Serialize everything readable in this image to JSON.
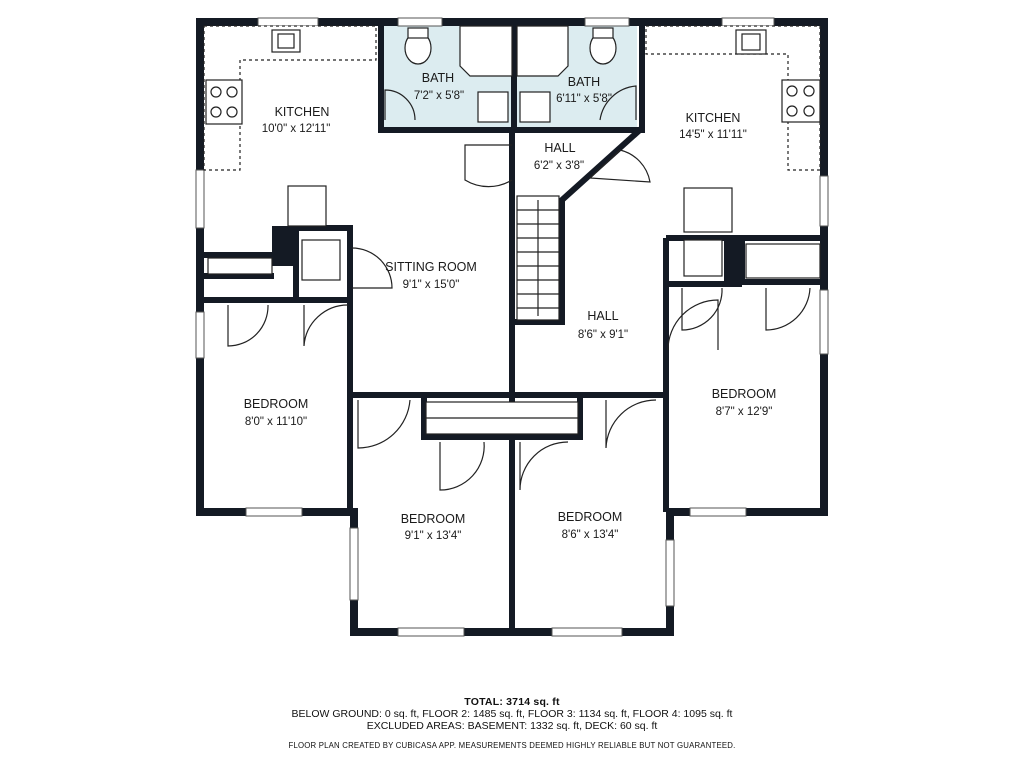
{
  "rooms": {
    "kitchen_left": {
      "name": "KITCHEN",
      "size": "10'0\" x 12'11\""
    },
    "bath_left": {
      "name": "BATH",
      "size": "7'2\" x 5'8\""
    },
    "bath_right": {
      "name": "BATH",
      "size": "6'11\" x 5'8\""
    },
    "kitchen_right": {
      "name": "KITCHEN",
      "size": "14'5\" x 11'11\""
    },
    "hall_small": {
      "name": "HALL",
      "size": "6'2\" x 3'8\""
    },
    "sitting_room": {
      "name": "SITTING ROOM",
      "size": "9'1\" x 15'0\""
    },
    "hall_large": {
      "name": "HALL",
      "size": "8'6\" x 9'1\""
    },
    "bedroom_left": {
      "name": "BEDROOM",
      "size": "8'0\" x 11'10\""
    },
    "bedroom_right": {
      "name": "BEDROOM",
      "size": "8'7\" x 12'9\""
    },
    "bedroom_center_left": {
      "name": "BEDROOM",
      "size": "9'1\" x 13'4\""
    },
    "bedroom_center_right": {
      "name": "BEDROOM",
      "size": "8'6\" x 13'4\""
    }
  },
  "footer": {
    "total": "TOTAL: 3714 sq. ft",
    "below_ground": "BELOW GROUND: 0 sq. ft, FLOOR 2: 1485 sq. ft, FLOOR 3: 1134 sq. ft, FLOOR 4: 1095 sq. ft",
    "excluded": "EXCLUDED AREAS: BASEMENT: 1332 sq. ft, DECK: 60 sq. ft",
    "credit": "FLOOR PLAN CREATED BY CUBICASA APP. MEASUREMENTS DEEMED HIGHLY RELIABLE BUT NOT GUARANTEED."
  },
  "colors": {
    "wall": "#141a24",
    "bath_fill": "#dcecf0",
    "window": "#ffffff"
  }
}
